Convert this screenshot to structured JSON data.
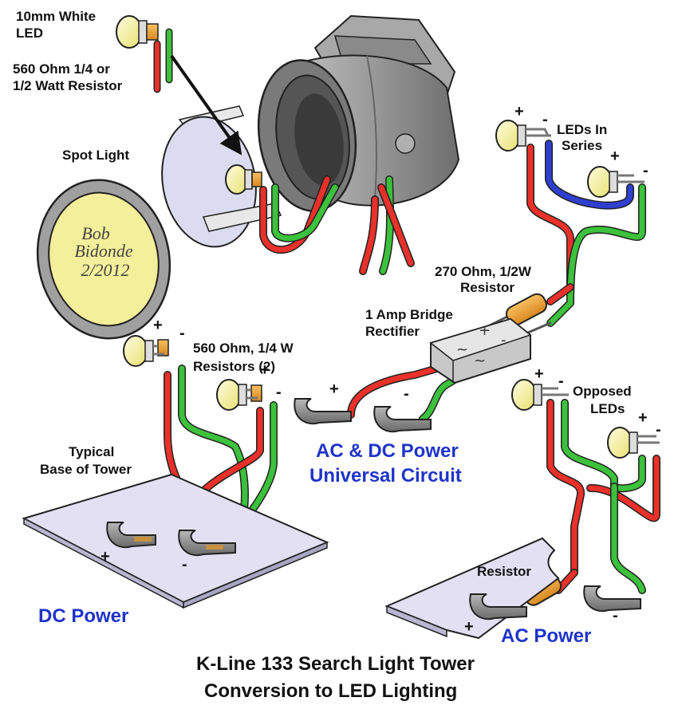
{
  "labels": {
    "led": [
      "10mm White",
      "LED"
    ],
    "resistor_top": [
      "560 Ohm 1/4 or",
      "1/2 Watt Resistor"
    ],
    "spot_light": "Spot Light",
    "signature": [
      "Bob",
      "Bidonde",
      "2/2012"
    ],
    "leds_in_series": [
      "LEDs In",
      "Series"
    ],
    "resistor_270": [
      "270 Ohm, 1/2W",
      "Resistor"
    ],
    "bridge": [
      "1 Amp Bridge",
      "Rectifier"
    ],
    "resistors_560": [
      "560 Ohm, 1/4 W",
      "Resistors (2)"
    ],
    "base_tower": [
      "Typical",
      "Base of Tower"
    ],
    "ac_dc": [
      "AC & DC Power",
      "Universal Circuit"
    ],
    "opposed_leds": [
      "Opposed",
      "LEDs"
    ],
    "resistor_single": "Resistor",
    "dc_power": "DC Power",
    "ac_power": "AC Power",
    "title": [
      "K-Line 133 Search Light Tower",
      "Conversion to LED Lighting"
    ],
    "plus": "+",
    "minus": "-",
    "rect_symbols": [
      "~",
      "+",
      "-",
      "~"
    ]
  },
  "colors": {
    "wire_red": "#e8312a",
    "wire_green": "#3cc13c",
    "wire_blue": "#2f3fcf",
    "label_blue": "#1f34c8",
    "led_yellow": "#f4f0a0",
    "resistor_orange": "#f0a030",
    "lens_yellow": "#f4ef9a",
    "plate_lavender": "#e2e0f2",
    "housing_gray": "#9a9a9a",
    "outline": "#222222"
  }
}
